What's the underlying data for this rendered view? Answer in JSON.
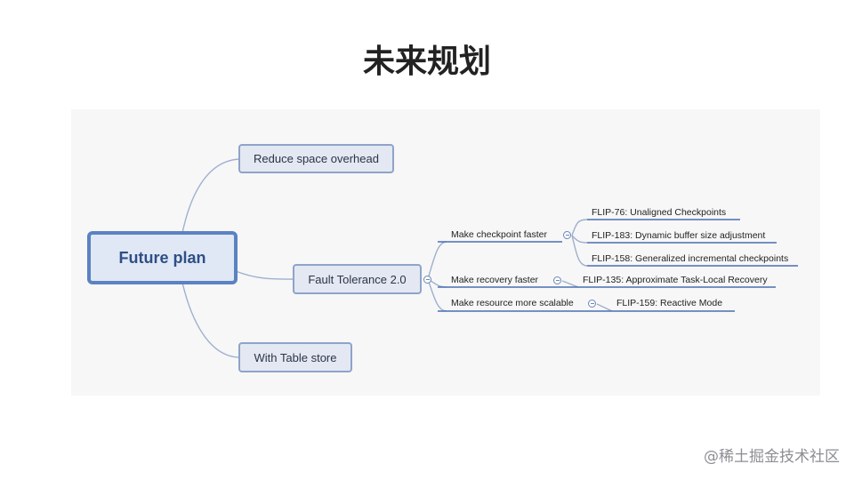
{
  "slide": {
    "title": "未来规划"
  },
  "mindmap": {
    "root": "Future plan",
    "branches": {
      "reduce_space": "Reduce space overhead",
      "fault_tolerance": "Fault Tolerance 2.0",
      "table_store": "With Table store"
    },
    "fault_tolerance_children": [
      {
        "label": "Make checkpoint faster",
        "items": [
          "FLIP-76: Unaligned Checkpoints",
          "FLIP-183: Dynamic buffer size adjustment",
          "FLIP-158: Generalized incremental checkpoints"
        ]
      },
      {
        "label": "Make recovery faster",
        "items": [
          "FLIP-135: Approximate Task-Local Recovery"
        ]
      },
      {
        "label": "Make resource more scalable",
        "items": [
          "FLIP-159: Reactive Mode"
        ]
      }
    ]
  },
  "watermark": "@稀土掘金技术社区",
  "colors": {
    "node_fill": "#e3e8f3",
    "node_border": "#8ea4c9",
    "root_border": "#5b82c2",
    "leaf_line": "#4a6fb0"
  }
}
